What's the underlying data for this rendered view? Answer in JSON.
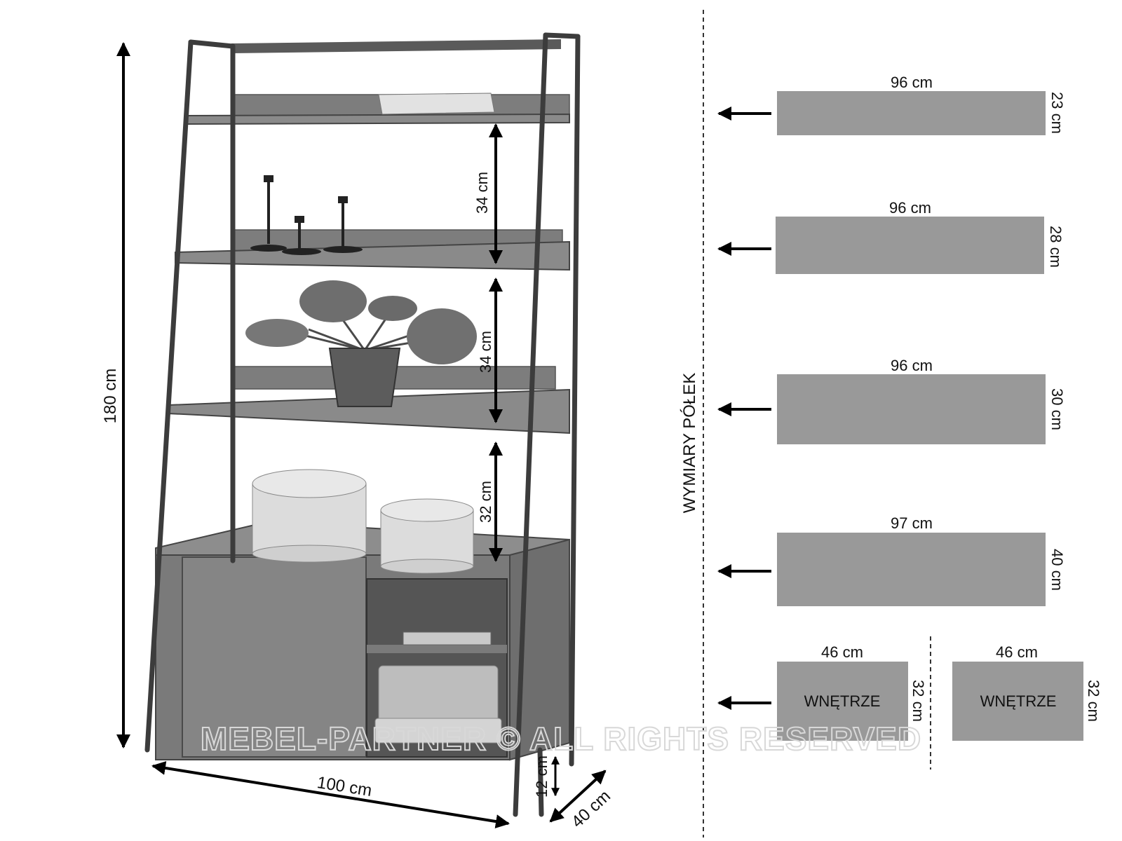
{
  "product_dims": {
    "height": "180 cm",
    "width": "100 cm",
    "depth": "40 cm",
    "leg_height": "12 cm",
    "gap_1": "34 cm",
    "gap_2": "34 cm",
    "gap_3": "32 cm"
  },
  "section_title": "WYMIARY PÓŁEK",
  "shelves": [
    {
      "width": "96 cm",
      "depth": "23 cm"
    },
    {
      "width": "96 cm",
      "depth": "28 cm"
    },
    {
      "width": "96 cm",
      "depth": "30 cm"
    },
    {
      "width": "97 cm",
      "depth": "40 cm"
    }
  ],
  "interiors": [
    {
      "width": "46 cm",
      "depth": "32 cm",
      "label": "WNĘTRZE"
    },
    {
      "width": "46 cm",
      "depth": "32 cm",
      "label": "WNĘTRZE"
    }
  ],
  "watermark": "MEBEL-PARTNER © ALL RIGHTS RESERVED",
  "colors": {
    "shelf_spec_fill": "#999999",
    "frame": "#3c3c3c",
    "arrow": "#000000"
  }
}
